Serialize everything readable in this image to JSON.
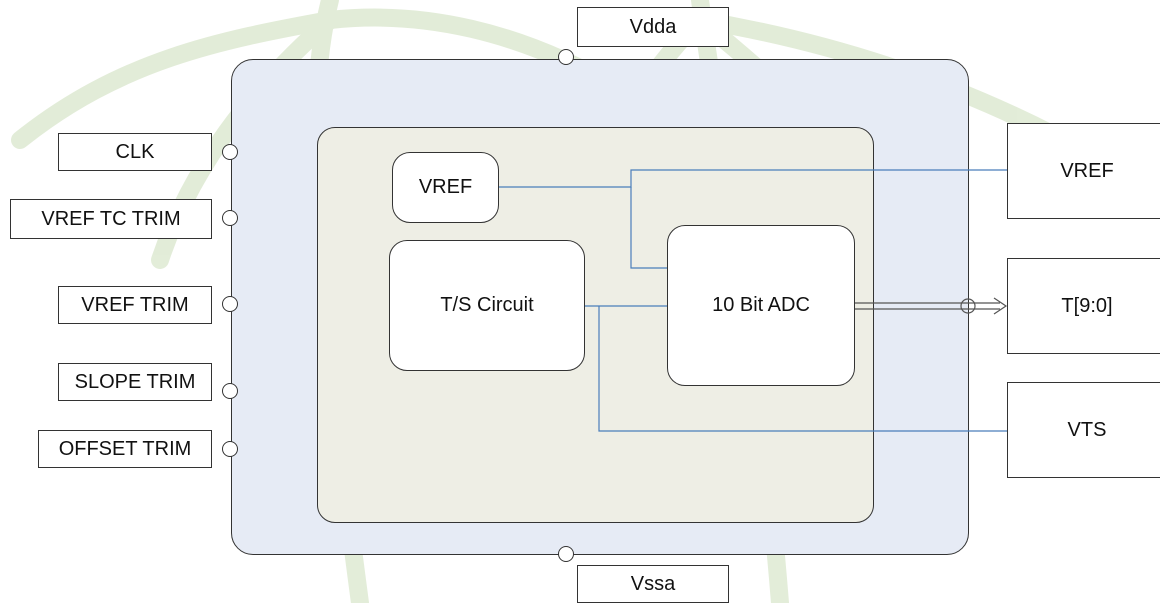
{
  "colors": {
    "outer_fill": "#e6ebf5",
    "inner_fill": "#eeeee5",
    "wire": "#4a7ebb",
    "border": "#333333"
  },
  "supply": {
    "top": "Vdda",
    "bottom": "Vssa"
  },
  "inputs": [
    "CLK",
    "VREF TC TRIM",
    "VREF TRIM",
    "SLOPE TRIM",
    "OFFSET TRIM"
  ],
  "blocks": {
    "vref": "VREF",
    "ts_circuit": "T/S Circuit",
    "adc": "10 Bit ADC"
  },
  "outputs": {
    "vref": "VREF",
    "temperature": "T[9:0]",
    "vts": "VTS"
  }
}
